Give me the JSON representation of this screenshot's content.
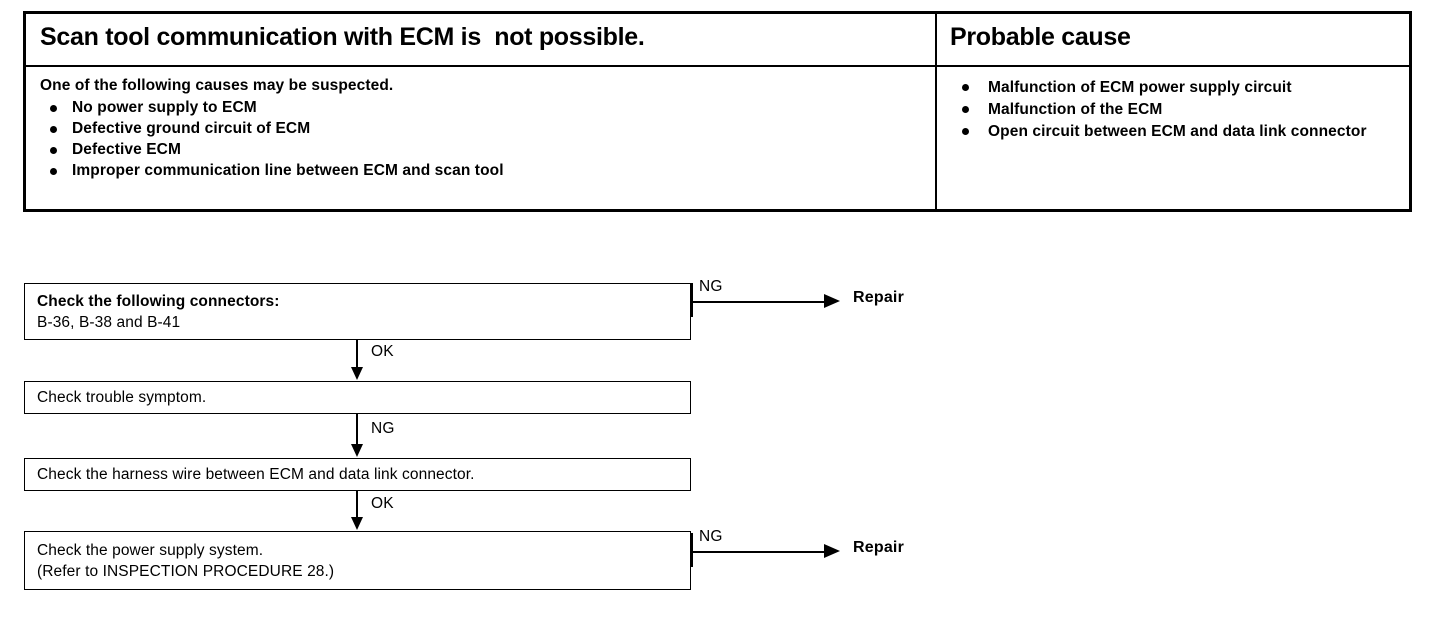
{
  "symptom_table": {
    "headers": {
      "left": "Scan tool communication with ECM is  not possible.",
      "right": "Probable cause"
    },
    "left_cell": {
      "intro": "One of the following causes may be suspected.",
      "bullets": [
        "No power supply to ECM",
        "Defective ground circuit of ECM",
        "Defective ECM",
        "Improper communication line between ECM and scan tool"
      ]
    },
    "right_cell": {
      "bullets": [
        "Malfunction of ECM power supply circuit",
        "Malfunction of the ECM",
        "Open circuit between ECM and data link connector"
      ]
    }
  },
  "flowchart": {
    "boxes": [
      {
        "line1": "Check the following connectors:",
        "line2": "B-36, B-38 and B-41"
      },
      {
        "line1": "Check trouble symptom."
      },
      {
        "line1": "Check the harness wire between ECM and data link connector."
      },
      {
        "line1": "Check the power supply system.",
        "line2": "(Refer to INSPECTION PROCEDURE 28.)"
      }
    ],
    "connectors": [
      {
        "label": "OK"
      },
      {
        "label": "NG"
      },
      {
        "label": "OK"
      }
    ],
    "branches": [
      {
        "label": "NG",
        "target": "Repair"
      },
      {
        "label": "NG",
        "target": "Repair"
      }
    ]
  },
  "colors": {
    "ink": "#000000",
    "paper": "#ffffff"
  }
}
